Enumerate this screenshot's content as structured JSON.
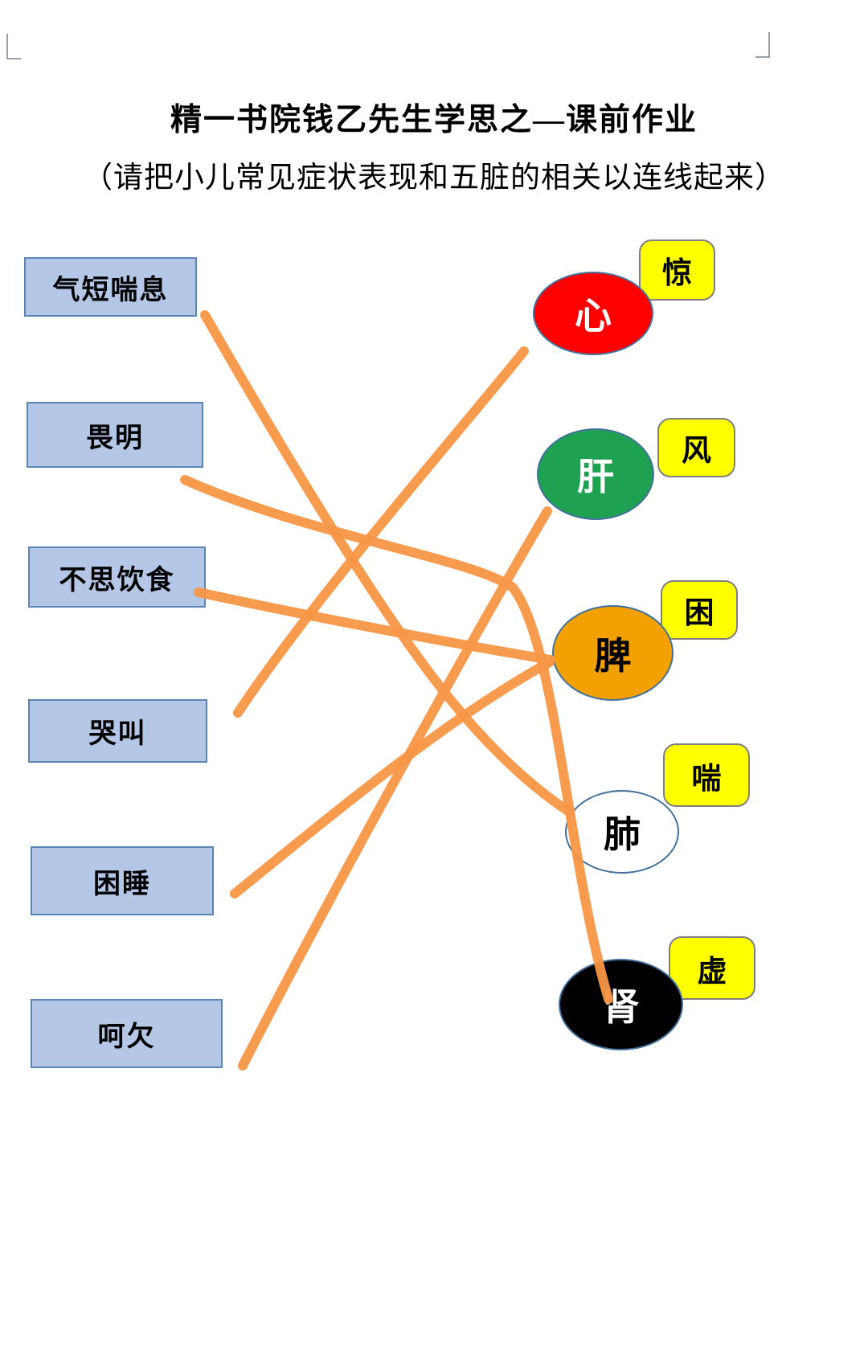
{
  "page": {
    "title": "精一书院钱乙先生学思之—课前作业",
    "subtitle": "（请把小儿常见症状表现和五脏的相关以连线起来）"
  },
  "symptoms": [
    {
      "id": "qiduan-chuanxi",
      "label": "气短喘息"
    },
    {
      "id": "weiming",
      "label": "畏明"
    },
    {
      "id": "busi-yinshi",
      "label": "不思饮食"
    },
    {
      "id": "kujiao",
      "label": "哭叫"
    },
    {
      "id": "kunshui",
      "label": "困睡"
    },
    {
      "id": "heqian",
      "label": "呵欠"
    }
  ],
  "organs": [
    {
      "id": "heart",
      "label": "心",
      "badge": "惊",
      "fill": "#fe0000",
      "text_color": "#ffffff"
    },
    {
      "id": "liver",
      "label": "肝",
      "badge": "风",
      "fill": "#1fa152",
      "text_color": "#ffffff"
    },
    {
      "id": "spleen",
      "label": "脾",
      "badge": "困",
      "fill": "#f2a100",
      "text_color": "#000000"
    },
    {
      "id": "lung",
      "label": "肺",
      "badge": "喘",
      "fill": "#ffffff",
      "text_color": "#000000"
    },
    {
      "id": "kidney",
      "label": "肾",
      "badge": "虚",
      "fill": "#000000",
      "text_color": "#ffffff"
    }
  ],
  "connections": [
    {
      "from": "气短喘息",
      "to": "肺"
    },
    {
      "from": "畏明",
      "to": "肾"
    },
    {
      "from": "不思饮食",
      "to": "脾"
    },
    {
      "from": "哭叫",
      "to": "心"
    },
    {
      "from": "困睡",
      "to": "脾"
    },
    {
      "from": "呵欠",
      "to": "肝"
    }
  ],
  "colors": {
    "line": "#f79646",
    "box_fill": "#b4c7e7",
    "box_border": "#5b85b5",
    "badge_fill": "#ffff00",
    "badge_border": "#7f7f7f",
    "ellipse_border": "#41719c"
  }
}
